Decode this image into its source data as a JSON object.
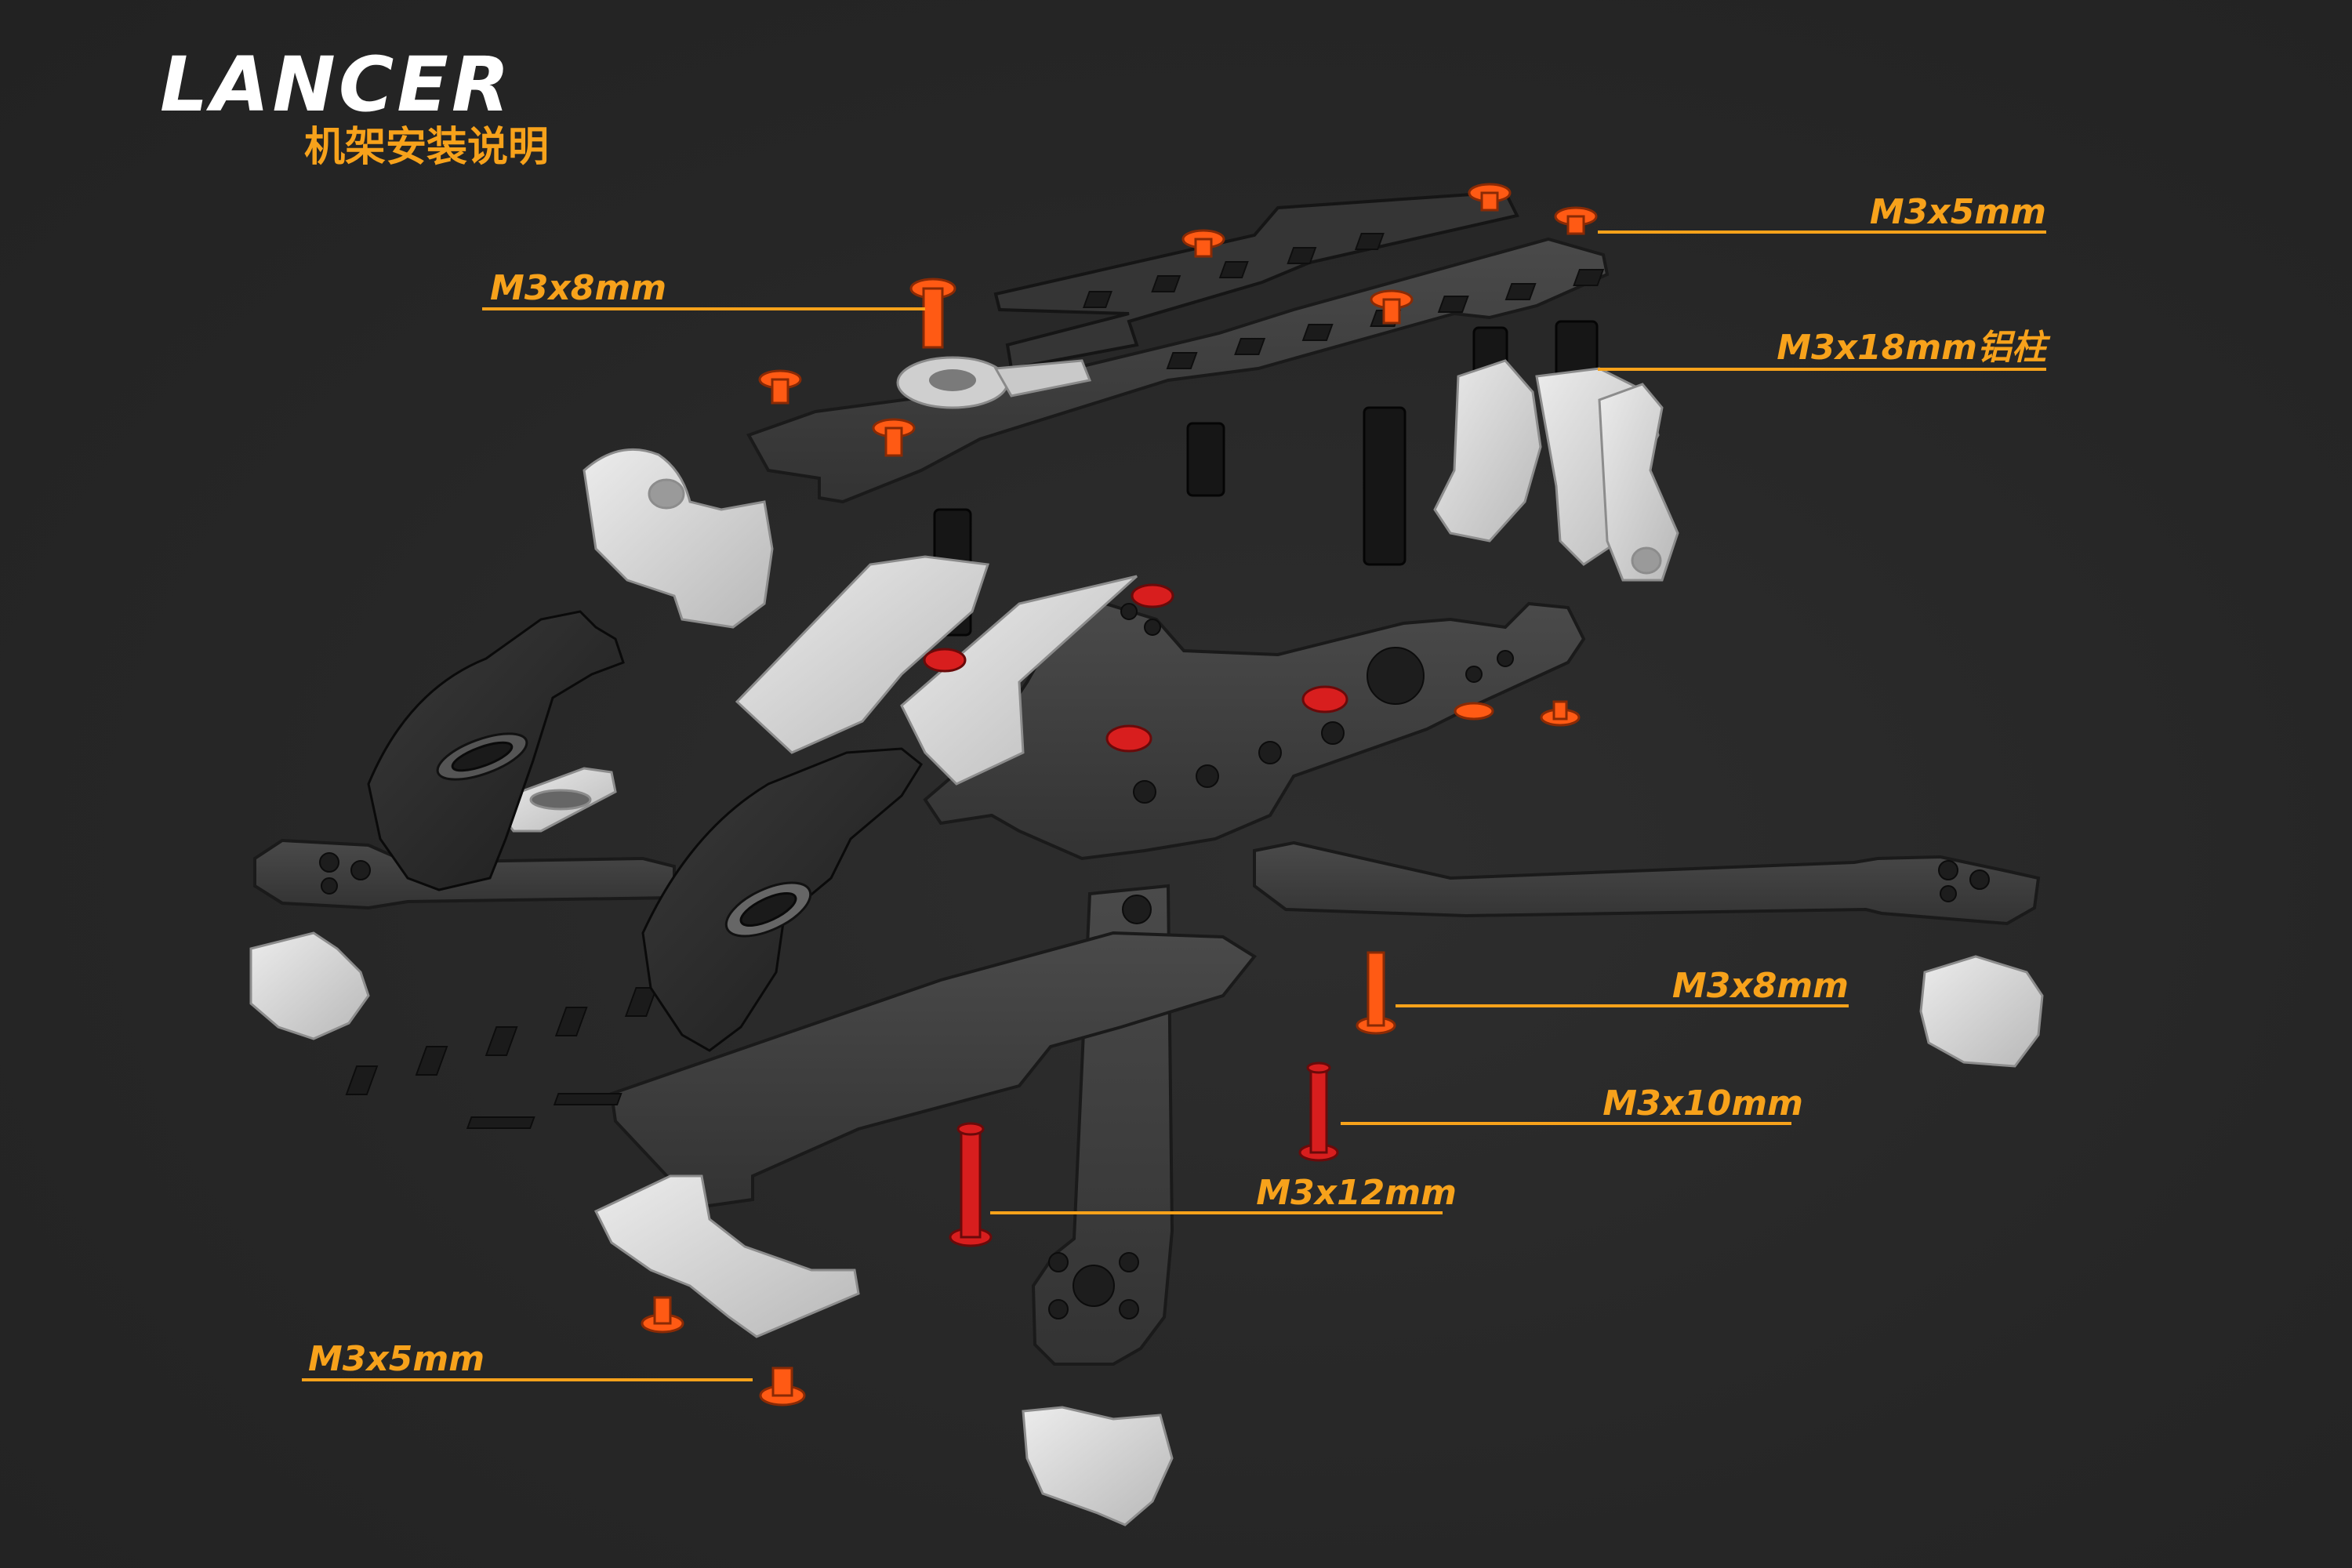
{
  "brand": {
    "title": "LANCER",
    "subtitle": "机架安装说明",
    "accent_color": "#f7a21b",
    "title_color": "#ffffff"
  },
  "colors": {
    "background": "#272727",
    "carbon_plate": "#3c3c3c",
    "carbon_edge": "#1a1a1a",
    "tpu_white": "#d9d9d9",
    "tpu_black": "#2b2b2b",
    "screw_orange": "#ff5a14",
    "screw_red": "#d81e1e",
    "standoff_black": "#151515",
    "callout_line": "#f7a21b"
  },
  "callouts": [
    {
      "id": "top-m3x5",
      "label": "M3x5mm"
    },
    {
      "id": "top-m3x8",
      "label": "M3x8mm"
    },
    {
      "id": "standoff-m3x18",
      "label": "M3x18mm铝柱"
    },
    {
      "id": "bottom-m3x8",
      "label": "M3x8mm"
    },
    {
      "id": "bottom-m3x10",
      "label": "M3x10mm"
    },
    {
      "id": "bottom-m3x12",
      "label": "M3x12mm"
    },
    {
      "id": "bottom-m3x5",
      "label": "M3x5mm"
    }
  ]
}
